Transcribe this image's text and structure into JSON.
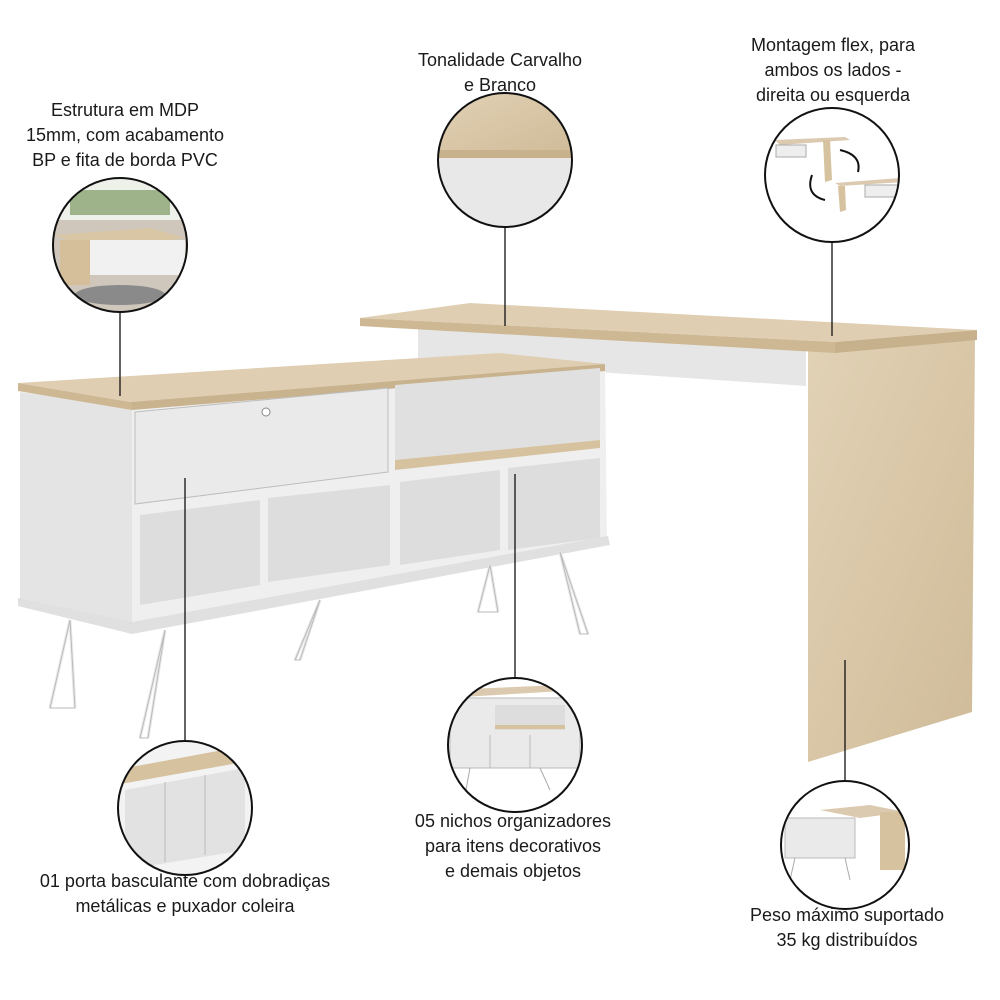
{
  "callouts": [
    {
      "id": "structure",
      "lines": [
        "Estrutura em MDP",
        "15mm, com acabamento",
        "BP e fita de borda PVC"
      ]
    },
    {
      "id": "color",
      "lines": [
        "Tonalidade Carvalho",
        "e Branco"
      ]
    },
    {
      "id": "mount",
      "lines": [
        "Montagem flex, para",
        "ambos os lados -",
        "direita ou esquerda"
      ]
    },
    {
      "id": "door",
      "lines": [
        "01 porta basculante com dobradiças",
        "metálicas e puxador coleira"
      ]
    },
    {
      "id": "niches",
      "lines": [
        "05 nichos organizadores",
        "para itens decorativos",
        "e demais objetos"
      ]
    },
    {
      "id": "weight",
      "lines": [
        "Peso máximo suportado",
        "35 kg distribuídos"
      ]
    }
  ],
  "colors": {
    "oak": "#dac8ab",
    "white": "#ececec",
    "line": "#111111"
  }
}
